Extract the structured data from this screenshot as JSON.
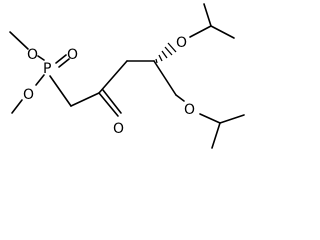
{
  "molecule": {
    "atoms": {
      "phosphorus": "P",
      "phosphoryl_oxygen": "O",
      "methoxy_oxygen_upper": "O",
      "methoxy_oxygen_lower": "O",
      "ketone_oxygen": "O",
      "ether_oxygen_upper": "O",
      "ether_oxygen_lower": "O"
    },
    "bond_color": "#000000",
    "stereo_hash": "hashed wedge"
  }
}
